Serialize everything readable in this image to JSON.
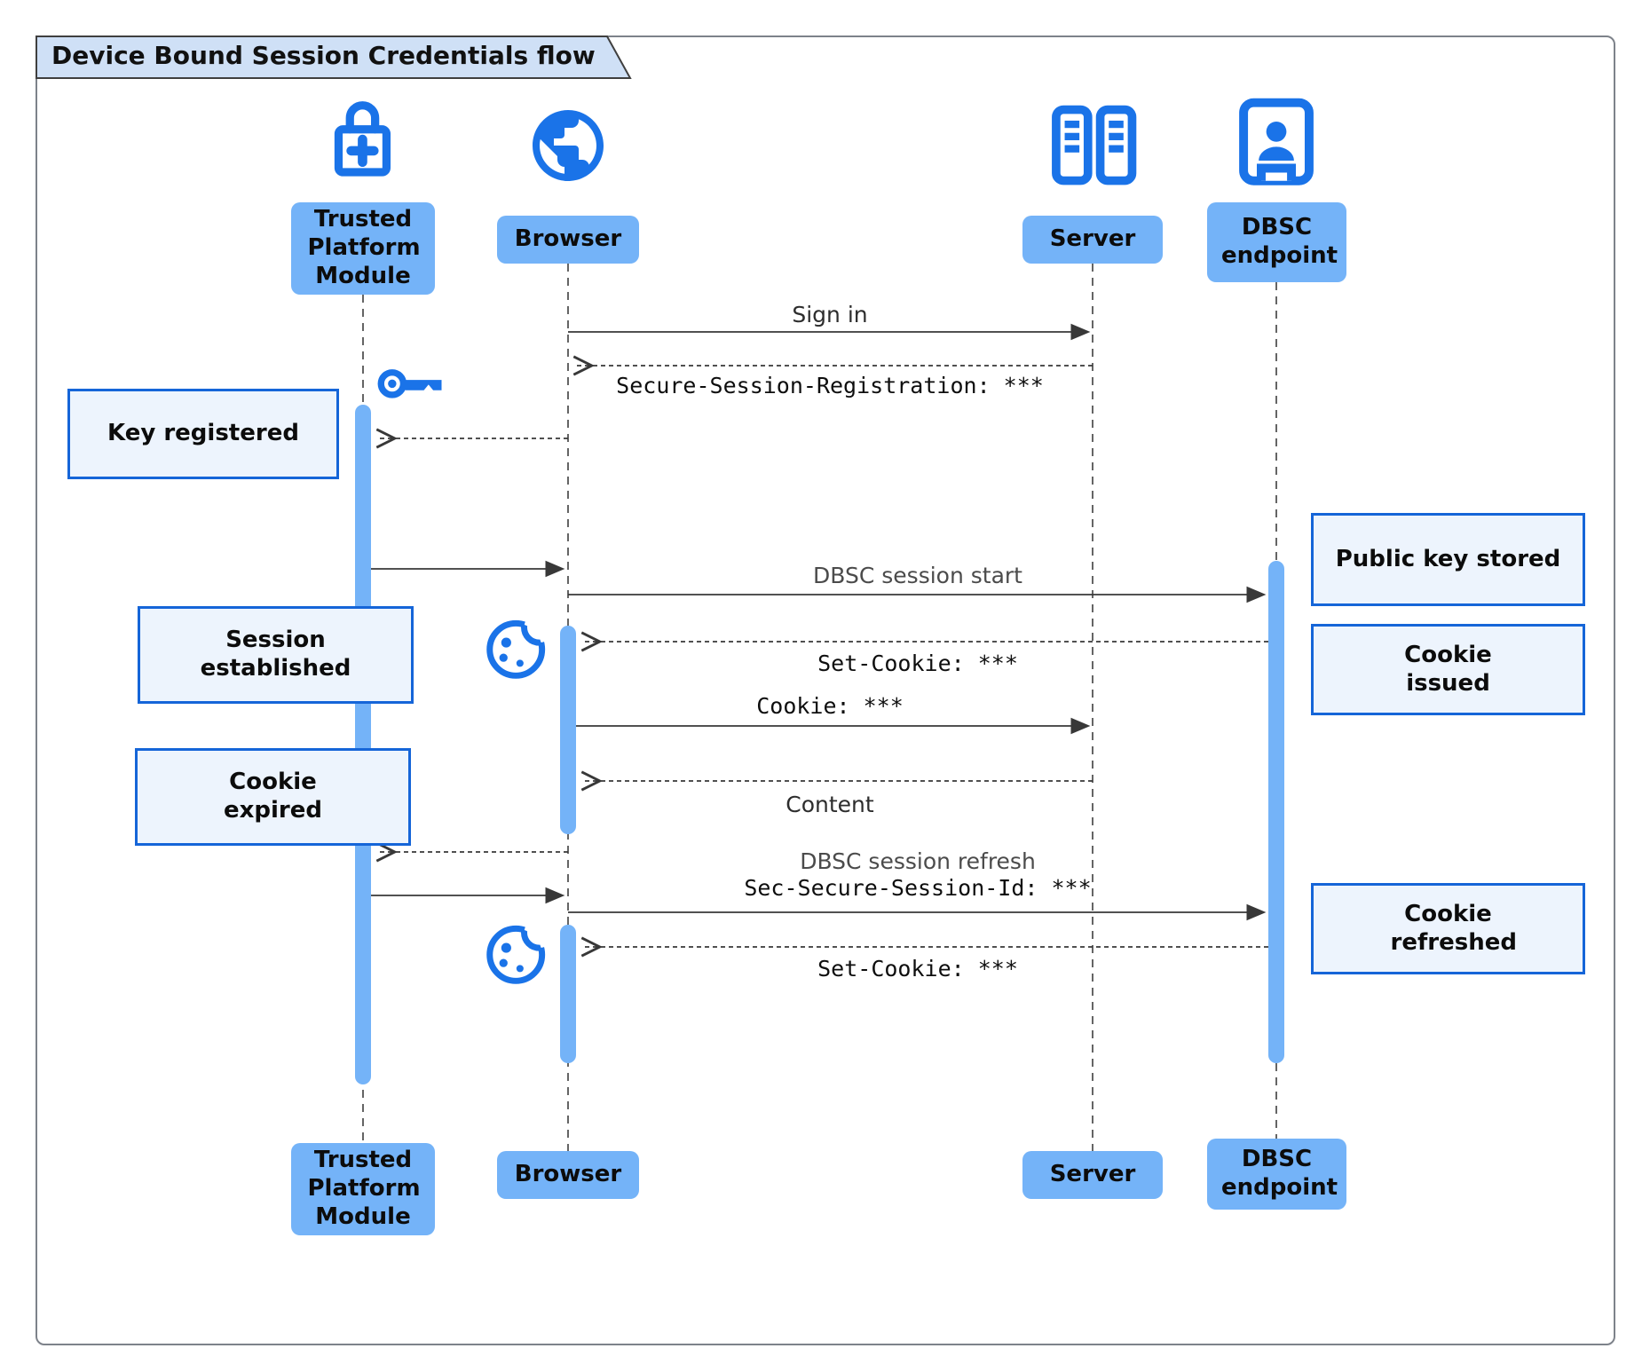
{
  "title": "Device Bound Session Credentials flow",
  "participants": [
    {
      "name": "Trusted Platform Module",
      "icon": "lock-plus-icon"
    },
    {
      "name": "Browser",
      "icon": "globe-icon"
    },
    {
      "name": "Server",
      "icon": "server-rack-icon"
    },
    {
      "name": "DBSC endpoint",
      "icon": "door-person-icon"
    }
  ],
  "messages": [
    {
      "from": "Browser",
      "to": "Server",
      "label": "Sign in",
      "line": "solid"
    },
    {
      "from": "Server",
      "to": "Browser",
      "label": "Secure-Session-Registration: ***",
      "line": "dashed",
      "font": "mono"
    },
    {
      "from": "Browser",
      "to": "Trusted Platform Module",
      "label": "",
      "line": "dashed"
    },
    {
      "from": "Trusted Platform Module",
      "to": "Browser",
      "label": "",
      "line": "solid"
    },
    {
      "from": "Browser",
      "to": "DBSC endpoint",
      "label": "DBSC session start",
      "line": "solid"
    },
    {
      "from": "DBSC endpoint",
      "to": "Browser",
      "label": "Set-Cookie: ***",
      "line": "dashed",
      "font": "mono"
    },
    {
      "from": "Browser",
      "to": "Server",
      "label": "Cookie: ***",
      "line": "solid",
      "font": "mono"
    },
    {
      "from": "Server",
      "to": "Browser",
      "label": "Content",
      "line": "dashed"
    },
    {
      "from": "Browser",
      "to": "Trusted Platform Module",
      "label": "",
      "line": "dashed"
    },
    {
      "from": "Trusted Platform Module",
      "to": "Browser",
      "label": "",
      "line": "solid"
    },
    {
      "from": "Browser",
      "to": "DBSC endpoint",
      "label": "DBSC session refresh",
      "label2": "Sec-Secure-Session-Id: ***",
      "line": "solid",
      "font2": "mono"
    },
    {
      "from": "DBSC endpoint",
      "to": "Browser",
      "label": "Set-Cookie: ***",
      "line": "dashed",
      "font": "mono"
    }
  ],
  "notes": [
    {
      "text": "Key registered",
      "side": "left"
    },
    {
      "text": "Session established",
      "side": "left"
    },
    {
      "text": "Cookie expired",
      "side": "left"
    },
    {
      "text": "Public key stored",
      "side": "right"
    },
    {
      "text": "Cookie issued",
      "side": "right"
    },
    {
      "text": "Cookie refreshed",
      "side": "right"
    }
  ],
  "icons": {
    "tpm": "lock-plus-icon",
    "browser": "globe-icon",
    "server": "server-rack-icon",
    "dbsc": "door-person-icon",
    "key": "key-icon",
    "cookie": "cookie-icon"
  },
  "colors": {
    "accent": "#1a73e8",
    "participant_fill": "#74b3f8",
    "activation_fill": "#74b3f8",
    "note_fill": "#edf4fd",
    "note_border": "#1565d8",
    "tab_fill": "#cfe0f6",
    "frame_border": "#7d828a",
    "arrow": "#383838"
  }
}
